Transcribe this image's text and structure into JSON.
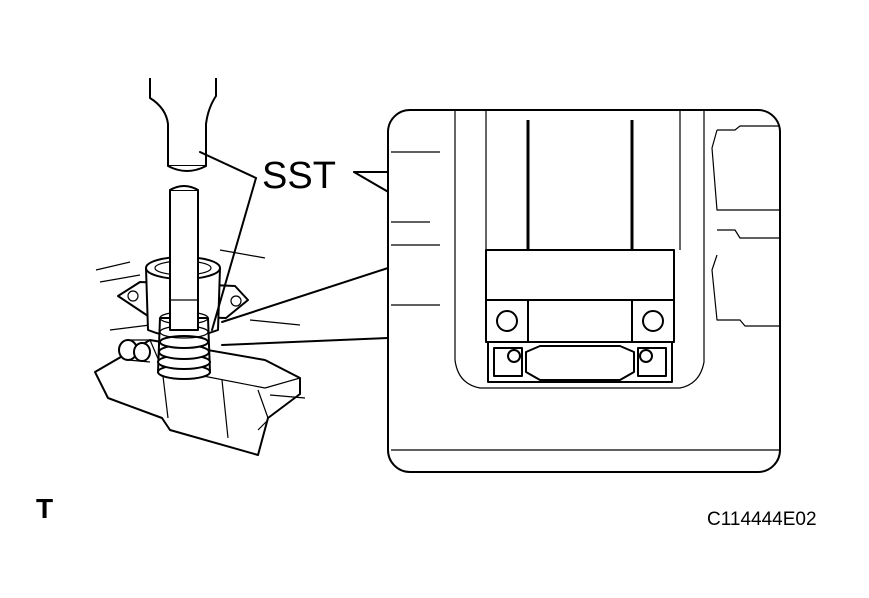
{
  "labels": {
    "sst": "SST",
    "corner_mark": "T",
    "figure_code": "C114444E02"
  }
}
